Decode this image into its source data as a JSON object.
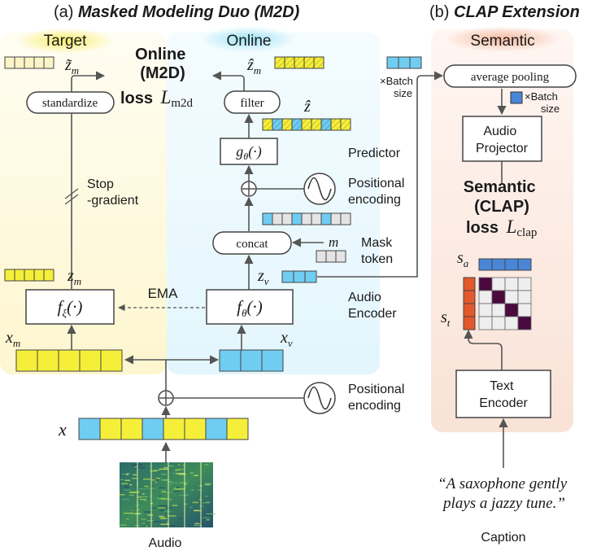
{
  "sections": {
    "left_prefix": "(a) ",
    "left_title": "Masked Modeling Duo (M2D)",
    "right_prefix": "(b) ",
    "right_title": "CLAP Extension"
  },
  "pills": {
    "target": "Target",
    "online": "Online",
    "semantic": "Semantic"
  },
  "m2d": {
    "standardize": "standardize",
    "filter": "filter",
    "loss_line1": "Online",
    "loss_line2": "(M2D)",
    "loss_word": "loss",
    "loss_symbol": "L",
    "loss_subscript": "m2d",
    "stop_gradient_1": "Stop",
    "stop_gradient_2": "-gradient",
    "ema": "EMA",
    "concat": "concat",
    "predictor": "Predictor",
    "positional_encoding_1": "Positional",
    "positional_encoding_2": "encoding",
    "mask_token_1": "Mask",
    "mask_token_2": "token",
    "audio_encoder_1": "Audio",
    "audio_encoder_2": "Encoder",
    "audio_label": "Audio"
  },
  "symbols": {
    "z_m_tilde": "z̃",
    "z_m_tilde_sub": "m",
    "z_m_hat": "ẑ",
    "z_m_hat_sub": "m",
    "z_hat": "ẑ",
    "g_theta": "g",
    "g_theta_sub": "θ",
    "g_theta_arg": "(·)",
    "m": "m",
    "z_m": "z",
    "z_m_sub": "m",
    "z_v": "z",
    "z_v_sub": "v",
    "f_xi": "f",
    "f_xi_sub": "ξ",
    "f_xi_arg": "(·)",
    "f_theta": "f",
    "f_theta_sub": "θ",
    "f_theta_arg": "(·)",
    "x_m": "x",
    "x_m_sub": "m",
    "x_v": "x",
    "x_v_sub": "v",
    "x": "x",
    "s_a": "s",
    "s_a_sub": "a",
    "s_t": "s",
    "s_t_sub": "t"
  },
  "clap": {
    "batch_size_1": "×Batch",
    "batch_size_2": "size",
    "average_pooling": "average pooling",
    "batch_size_small_1": "×Batch",
    "batch_size_small_2": "size",
    "projector_1": "Audio",
    "projector_2": "Projector",
    "loss_line1": "Semantic",
    "loss_line2": "(CLAP)",
    "loss_word": "loss",
    "loss_symbol": "L",
    "loss_subscript": "clap",
    "text_encoder_1": "Text",
    "text_encoder_2": "Encoder",
    "caption_line1": "“A saxophone gently",
    "caption_line2": "plays a jazzy tune.”",
    "caption_label": "Caption"
  },
  "colors": {
    "yellow": "#f5ef3a",
    "cyan": "#6fcdf2",
    "light_yellow": "#fbf4c6",
    "grey_cell": "#e4e4e4",
    "blue": "#4a86d8",
    "orange_red": "#e3592c",
    "purple": "#4a0a3e",
    "target_glow": "#f7ee6a",
    "online_glow": "#9ee3f5",
    "semantic_glow": "#f4b9a2"
  }
}
